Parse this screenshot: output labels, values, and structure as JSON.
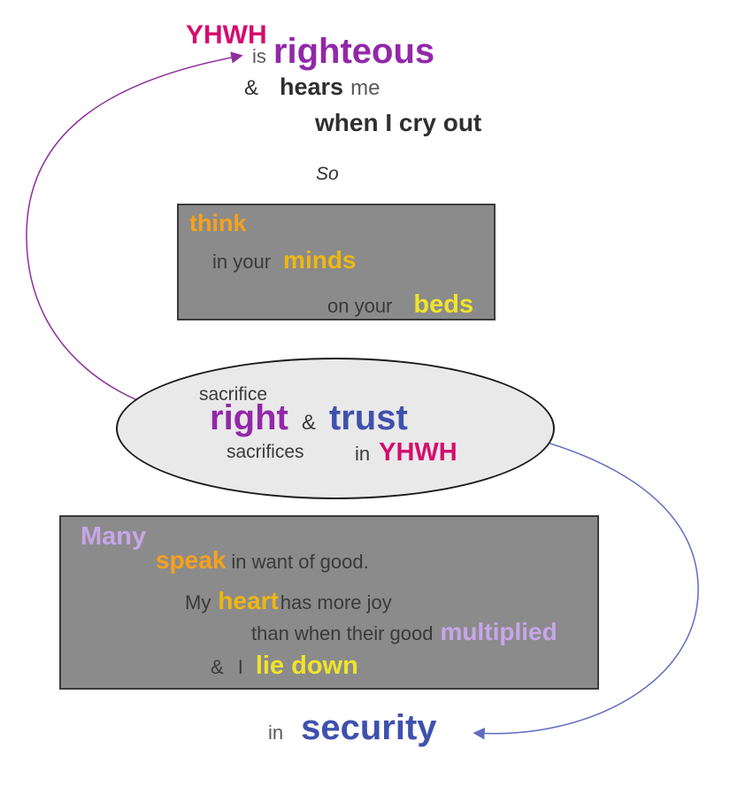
{
  "palette": {
    "divine_name": "#d40d6e",
    "righteous_purple": "#9228a8",
    "trust_blue": "#3f51ad",
    "speak_orange": "#f7a11c",
    "heart_gold": "#eeb711",
    "beds_yellow": "#efe42b",
    "many_lavender": "#c7a6e8",
    "box_background": "#8b8b8b",
    "ellipse_background": "#e9e9e9",
    "purple_arrow": "#8f2f9e",
    "blue_arrow": "#5f6dc0"
  },
  "header": {
    "yhwh": "YHWH",
    "is": "is",
    "righteous": "righteous",
    "ampersand": "&",
    "hears": "hears",
    "me": "me",
    "when_i_cry_out": "when I cry out",
    "so": "So"
  },
  "think_box": {
    "think": "think",
    "in_your": "in your",
    "minds": "minds",
    "on_your": "on your",
    "beds": "beds"
  },
  "ellipse": {
    "sacrifice": "sacrifice",
    "right": "right",
    "ampersand": "&",
    "trust": "trust",
    "sacrifices": "sacrifices",
    "in": "in",
    "yhwh": "YHWH"
  },
  "many_box": {
    "many": "Many",
    "speak": "speak",
    "in_want_of_good": "in want of good.",
    "my": "My",
    "heart": "heart",
    "has_more_joy": "has more joy",
    "than_when_their_good": "than when their good",
    "multiplied": "multiplied",
    "ampersand": "&",
    "i": "I",
    "lie_down": "lie down"
  },
  "footer": {
    "in": "in",
    "security": "security"
  }
}
